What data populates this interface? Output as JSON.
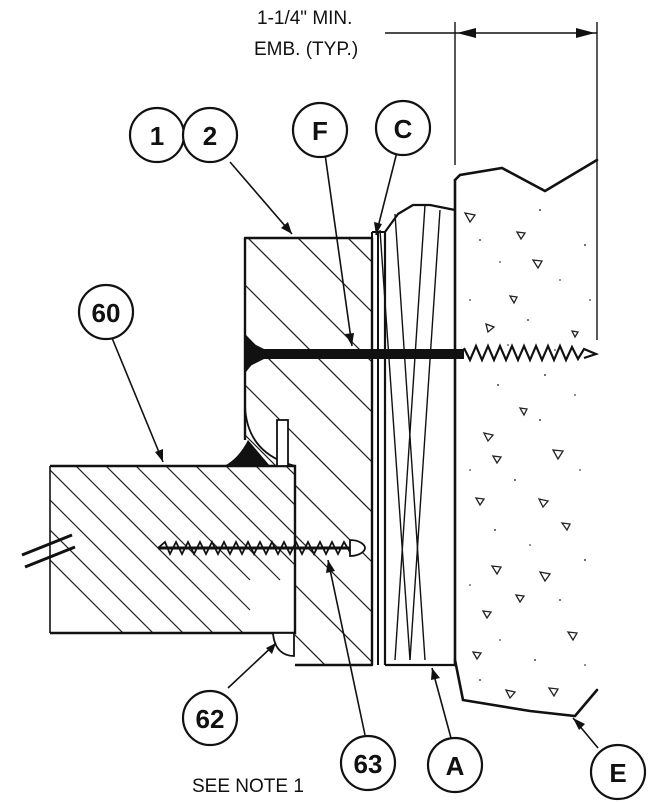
{
  "dimension": {
    "line1": "1-1/4\" MIN.",
    "line2": "EMB. (TYP.)"
  },
  "callouts": {
    "c1": "1",
    "c2": "2",
    "cF": "F",
    "cC": "C",
    "c60": "60",
    "c62": "62",
    "c63": "63",
    "cA": "A",
    "cE": "E"
  },
  "note": "SEE NOTE 1"
}
